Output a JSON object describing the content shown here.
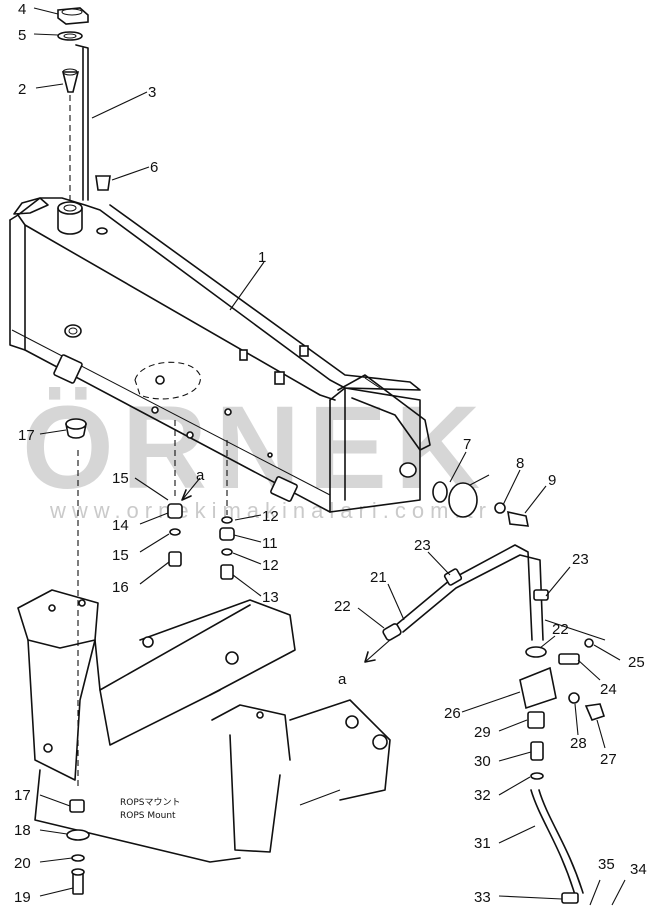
{
  "watermark": {
    "logo": "ÖRNEK",
    "url": "www.ornekimakinalari.com.tr"
  },
  "annotations": {
    "rops_jp": "ROPSマウント",
    "rops_en": "ROPS Mount",
    "view_a_top": "a",
    "view_a_bottom": "a"
  },
  "callouts": [
    {
      "id": "c1",
      "label": "1"
    },
    {
      "id": "c2",
      "label": "2"
    },
    {
      "id": "c3",
      "label": "3"
    },
    {
      "id": "c4",
      "label": "4"
    },
    {
      "id": "c5",
      "label": "5"
    },
    {
      "id": "c6",
      "label": "6"
    },
    {
      "id": "c7",
      "label": "7"
    },
    {
      "id": "c8",
      "label": "8"
    },
    {
      "id": "c9",
      "label": "9"
    },
    {
      "id": "c11",
      "label": "11"
    },
    {
      "id": "c12a",
      "label": "12"
    },
    {
      "id": "c12b",
      "label": "12"
    },
    {
      "id": "c13",
      "label": "13"
    },
    {
      "id": "c14",
      "label": "14"
    },
    {
      "id": "c15a",
      "label": "15"
    },
    {
      "id": "c15b",
      "label": "15"
    },
    {
      "id": "c16",
      "label": "16"
    },
    {
      "id": "c17a",
      "label": "17"
    },
    {
      "id": "c17b",
      "label": "17"
    },
    {
      "id": "c18",
      "label": "18"
    },
    {
      "id": "c19",
      "label": "19"
    },
    {
      "id": "c20",
      "label": "20"
    },
    {
      "id": "c21",
      "label": "21"
    },
    {
      "id": "c22a",
      "label": "22"
    },
    {
      "id": "c22b",
      "label": "22"
    },
    {
      "id": "c23a",
      "label": "23"
    },
    {
      "id": "c23b",
      "label": "23"
    },
    {
      "id": "c24",
      "label": "24"
    },
    {
      "id": "c25",
      "label": "25"
    },
    {
      "id": "c26",
      "label": "26"
    },
    {
      "id": "c27",
      "label": "27"
    },
    {
      "id": "c28",
      "label": "28"
    },
    {
      "id": "c29",
      "label": "29"
    },
    {
      "id": "c30",
      "label": "30"
    },
    {
      "id": "c31",
      "label": "31"
    },
    {
      "id": "c32",
      "label": "32"
    },
    {
      "id": "c33",
      "label": "33"
    },
    {
      "id": "c34",
      "label": "34"
    },
    {
      "id": "c35",
      "label": "35"
    }
  ]
}
